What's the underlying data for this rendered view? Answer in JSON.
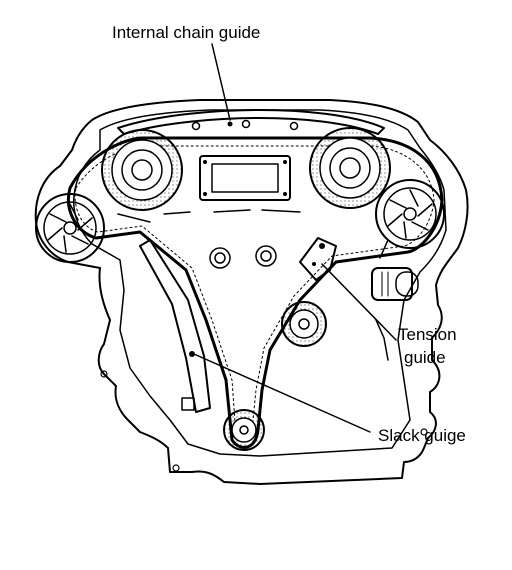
{
  "labels": {
    "internal_chain_guide": "Internal chain guide",
    "tension_guide_line1": "Tension",
    "tension_guide_line2": "guide",
    "slack_guide": "Slack guige"
  }
}
